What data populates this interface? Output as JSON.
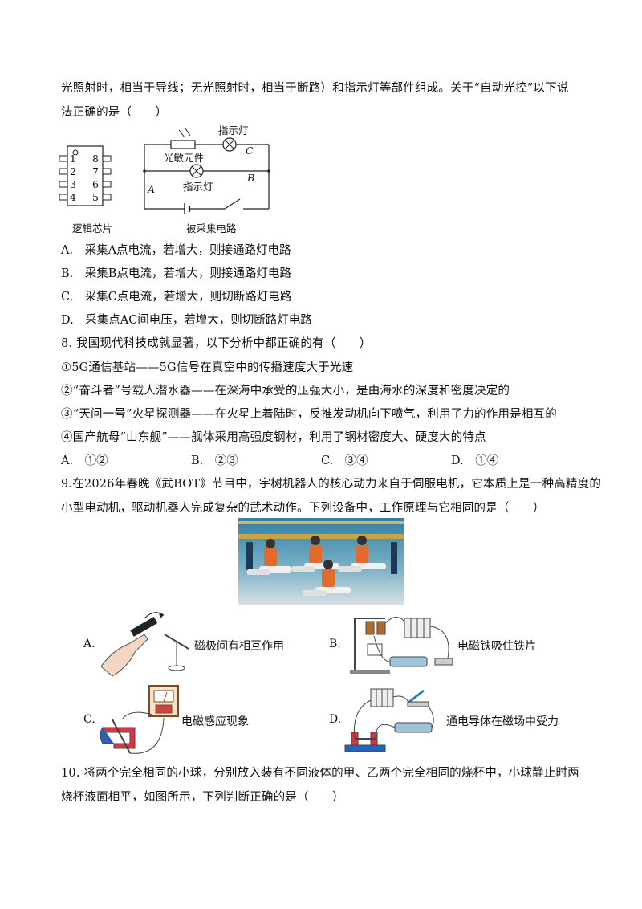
{
  "q7": {
    "stem_line1": "光照射时，相当于导线；无光照射时，相当于断路）和指示灯等部件组成。关于“自动光控”以下说",
    "stem_line2": "法正确的是（　　）",
    "chip": {
      "caption": "逻辑芯片",
      "pins_left": [
        "1",
        "2",
        "3",
        "4"
      ],
      "pins_right": [
        "8",
        "7",
        "6",
        "5"
      ]
    },
    "circuit": {
      "caption": "被采集电路",
      "light_element": "光敏元件",
      "lamp_top": "指示灯",
      "lamp_bottom": "指示灯",
      "point_a": "A",
      "point_b": "B",
      "point_c": "C"
    },
    "options": [
      "A.　采集A点电流，若增大，则接通路灯电路",
      "B.　采集B点电流，若增大，则接通路灯电路",
      "C.　采集C点电流，若增大，则切断路灯电路",
      "D.　采集点AC间电压，若增大，则切断路灯电路"
    ]
  },
  "q8": {
    "stem": "8. 我国现代科技成就显著，以下分析中都正确的有（　　）",
    "items": [
      "①5G通信基站——5G信号在真空中的传播速度大于光速",
      "②“奋斗者”号载人潜水器——在深海中承受的压强大小，是由海水的深度和密度决定的",
      "③“天问一号”火星探测器——在火星上着陆时，反推发动机向下喷气，利用了力的作用是相互的",
      "④国产航母“山东舰”——舰体采用高强度钢材，利用了钢材密度大、硬度大的特点"
    ],
    "options": [
      "A.　①②",
      "B.　②③",
      "C.　③④",
      "D.　①④"
    ]
  },
  "q9": {
    "stem_line1": "9.在2026年春晚《武BOT》节目中，宇树机器人的核心动力来自于伺服电机，它本质上是一种高精度的",
    "stem_line2": "小型电动机，驱动机器人完成复杂的武术动作。下列设备中，工作原理与它相同的是（　　）",
    "choices": [
      {
        "letter": "A.",
        "label": "磁极间有相互作用"
      },
      {
        "letter": "B.",
        "label": "电磁铁吸住铁片"
      },
      {
        "letter": "C.",
        "label": "电磁感应现象"
      },
      {
        "letter": "D.",
        "label": "通电导体在磁场中受力"
      }
    ]
  },
  "q10": {
    "stem_line1": "10. 将两个完全相同的小球，分别放入装有不同液体的甲、乙两个完全相同的烧杯中，小球静止时两",
    "stem_line2": "烧杯液面相平，如图所示，下列判断正确的是（　　）"
  }
}
